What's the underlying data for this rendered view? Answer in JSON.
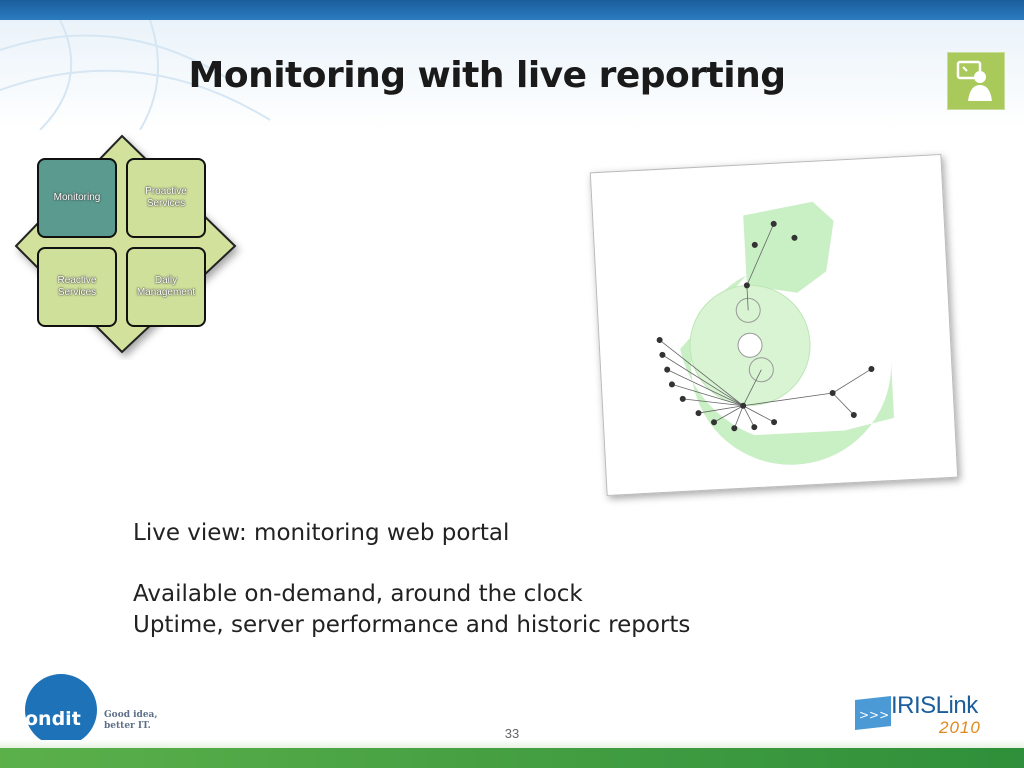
{
  "slide": {
    "title": "Monitoring with live reporting",
    "page_number": "33"
  },
  "diamond": {
    "tiles": [
      {
        "label": "Monitoring"
      },
      {
        "label": "Proactive Services"
      },
      {
        "label": "Reactive Services"
      },
      {
        "label": "Daily Management"
      }
    ]
  },
  "body": {
    "line1": "Live view: monitoring web portal",
    "line2": "Available on-demand, around the clock",
    "line3": "Uptime, server performance and historic reports"
  },
  "footer": {
    "left_logo": "ondit",
    "tagline_1": "Good idea,",
    "tagline_2": "better IT.",
    "right_logo": "IRISLink",
    "right_logo_year": "2010"
  },
  "colors": {
    "accent_blue": "#1b5d9c",
    "tile_active": "#5b9a8e",
    "tile_green": "#cfe09a",
    "footer_green": "#5bb04a",
    "year_orange": "#e0881c"
  },
  "icons": {
    "corner": "presenter-icon",
    "portal_map": "network-map-image",
    "iris_arrows": "chevron-arrows-icon"
  }
}
